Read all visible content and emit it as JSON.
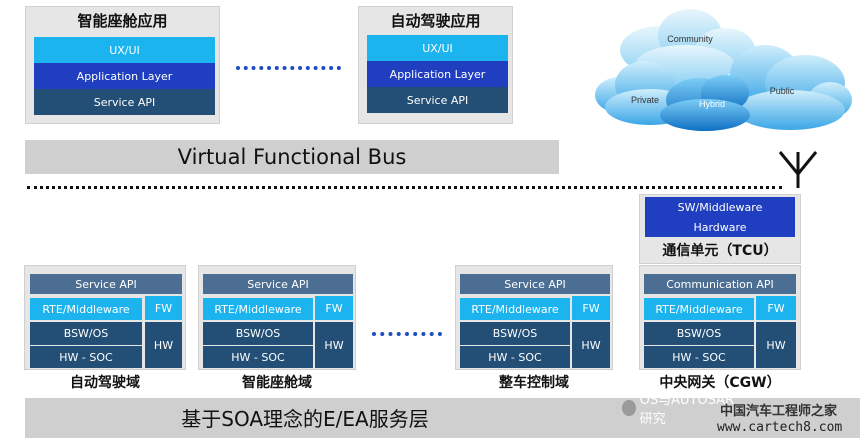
{
  "top_apps": [
    {
      "title": "智能座舱应用",
      "layers": [
        "UX/UI",
        "Application Layer",
        "Service API"
      ]
    },
    {
      "title": "自动驾驶应用",
      "layers": [
        "UX/UI",
        "Application Layer",
        "Service API"
      ]
    }
  ],
  "vfb_label": "Virtual Functional Bus",
  "cloud_labels": {
    "community": "Community",
    "private": "Private",
    "hybrid": "Hybrid",
    "public": "Public"
  },
  "tcu": {
    "sw": "SW/Middleware",
    "hw": "Hardware",
    "label": "通信单元（TCU）"
  },
  "domains": [
    {
      "top": "Service API",
      "rte": "RTE/Middleware",
      "bsw": "BSW/OS",
      "hwsoc": "HW - SOC",
      "fw": "FW",
      "hw": "HW",
      "label": "自动驾驶域"
    },
    {
      "top": "Service API",
      "rte": "RTE/Middleware",
      "bsw": "BSW/OS",
      "hwsoc": "HW - SOC",
      "fw": "FW",
      "hw": "HW",
      "label": "智能座舱域"
    },
    {
      "top": "Service API",
      "rte": "RTE/Middleware",
      "bsw": "BSW/OS",
      "hwsoc": "HW - SOC",
      "fw": "FW",
      "hw": "HW",
      "label": "整车控制域"
    },
    {
      "top": "Communication API",
      "rte": "RTE/Middleware",
      "bsw": "BSW/OS",
      "hwsoc": "HW - SOC",
      "fw": "FW",
      "hw": "HW",
      "label": "中央网关（CGW）"
    }
  ],
  "bottom_title": "基于SOA理念的E/EA服务层",
  "watermark": {
    "wechat": "OS与AUTOSAR研究",
    "site": "中国汽车工程师之家",
    "url": "www.cartech8.com"
  },
  "colors": {
    "light_blue": "#1cb4ee",
    "mid_blue": "#1f3fc0",
    "dark_blue": "#234f76"
  }
}
